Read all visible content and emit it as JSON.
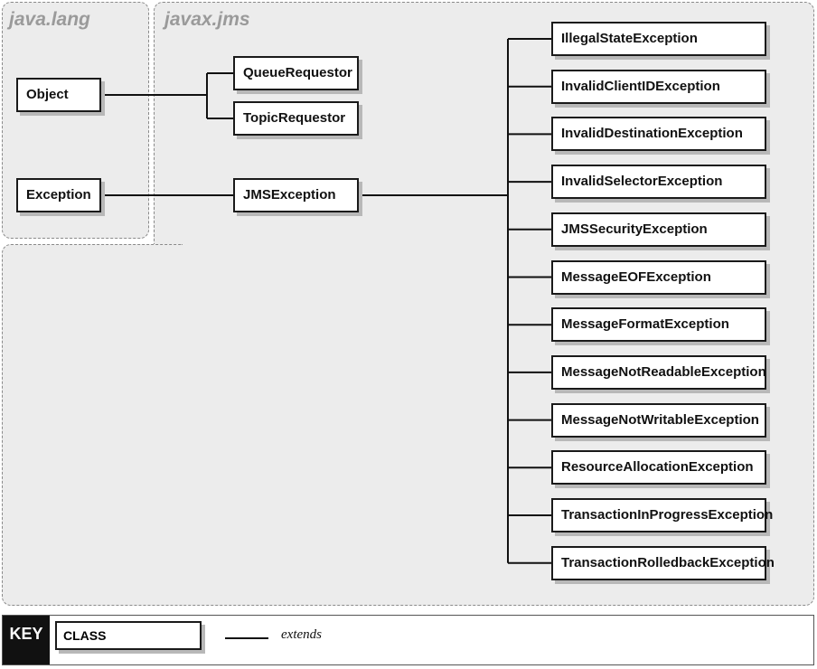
{
  "packages": {
    "java_lang": "java.lang",
    "javax_jms": "javax.jms"
  },
  "classes": {
    "object": "Object",
    "exception": "Exception",
    "queue_requestor": "QueueRequestor",
    "topic_requestor": "TopicRequestor",
    "jms_exception": "JMSException",
    "subclasses": [
      "IllegalStateException",
      "InvalidClientIDException",
      "InvalidDestinationException",
      "InvalidSelectorException",
      "JMSSecurityException",
      "MessageEOFException",
      "MessageFormatException",
      "MessageNotReadableException",
      "MessageNotWritableException",
      "ResourceAllocationException",
      "TransactionInProgressException",
      "TransactionRolledbackException"
    ]
  },
  "key": {
    "title": "KEY",
    "class_label": "CLASS",
    "extends_label": "extends"
  },
  "colors": {
    "package_fill": "#ececec",
    "package_border": "#8a8a8a",
    "box_border": "#1a1a1a",
    "shadow": "#b8b8b8"
  }
}
